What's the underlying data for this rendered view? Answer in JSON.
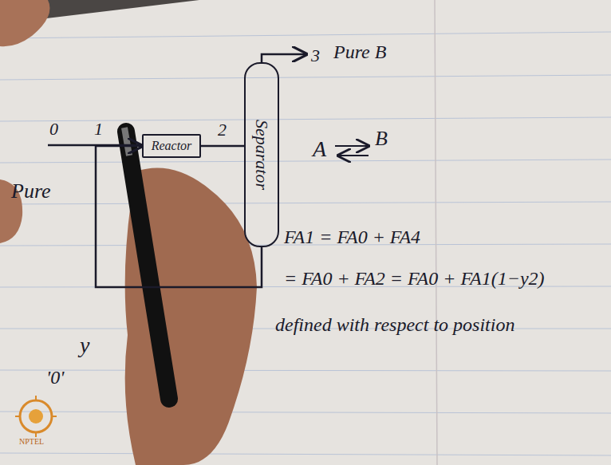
{
  "diagram": {
    "nodes": [
      {
        "text": [
          "Reactor"
        ]
      },
      {
        "text": [
          "Separator"
        ]
      }
    ],
    "edges": [
      {
        "from": 0,
        "to": 1,
        "arrow": "none",
        "label": "2"
      },
      {
        "from": 1,
        "to": 0,
        "arrow": "to"
      }
    ],
    "labels": [
      "0",
      "1",
      "Pure",
      "3",
      "Pure B",
      "A",
      "B",
      "FA1 = FA0 + FA4",
      "= FA0 + FA2 = FA0 + FA1(1−y2)",
      "y",
      "defined with respect to position",
      "'0'",
      "NPTEL"
    ]
  }
}
